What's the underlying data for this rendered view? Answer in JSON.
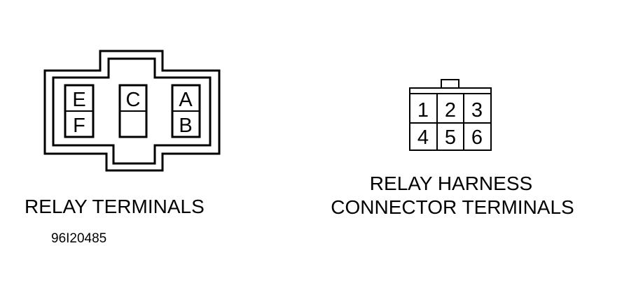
{
  "colors": {
    "line": "#000000",
    "background": "#ffffff"
  },
  "relay": {
    "caption": "RELAY TERMINALS",
    "terminals": {
      "E": "E",
      "F": "F",
      "C": "C",
      "A": "A",
      "B": "B"
    }
  },
  "harness": {
    "caption_line1": "RELAY HARNESS",
    "caption_line2": "CONNECTOR TERMINALS",
    "pins": [
      "1",
      "2",
      "3",
      "4",
      "5",
      "6"
    ]
  },
  "figure_id": "96I20485"
}
